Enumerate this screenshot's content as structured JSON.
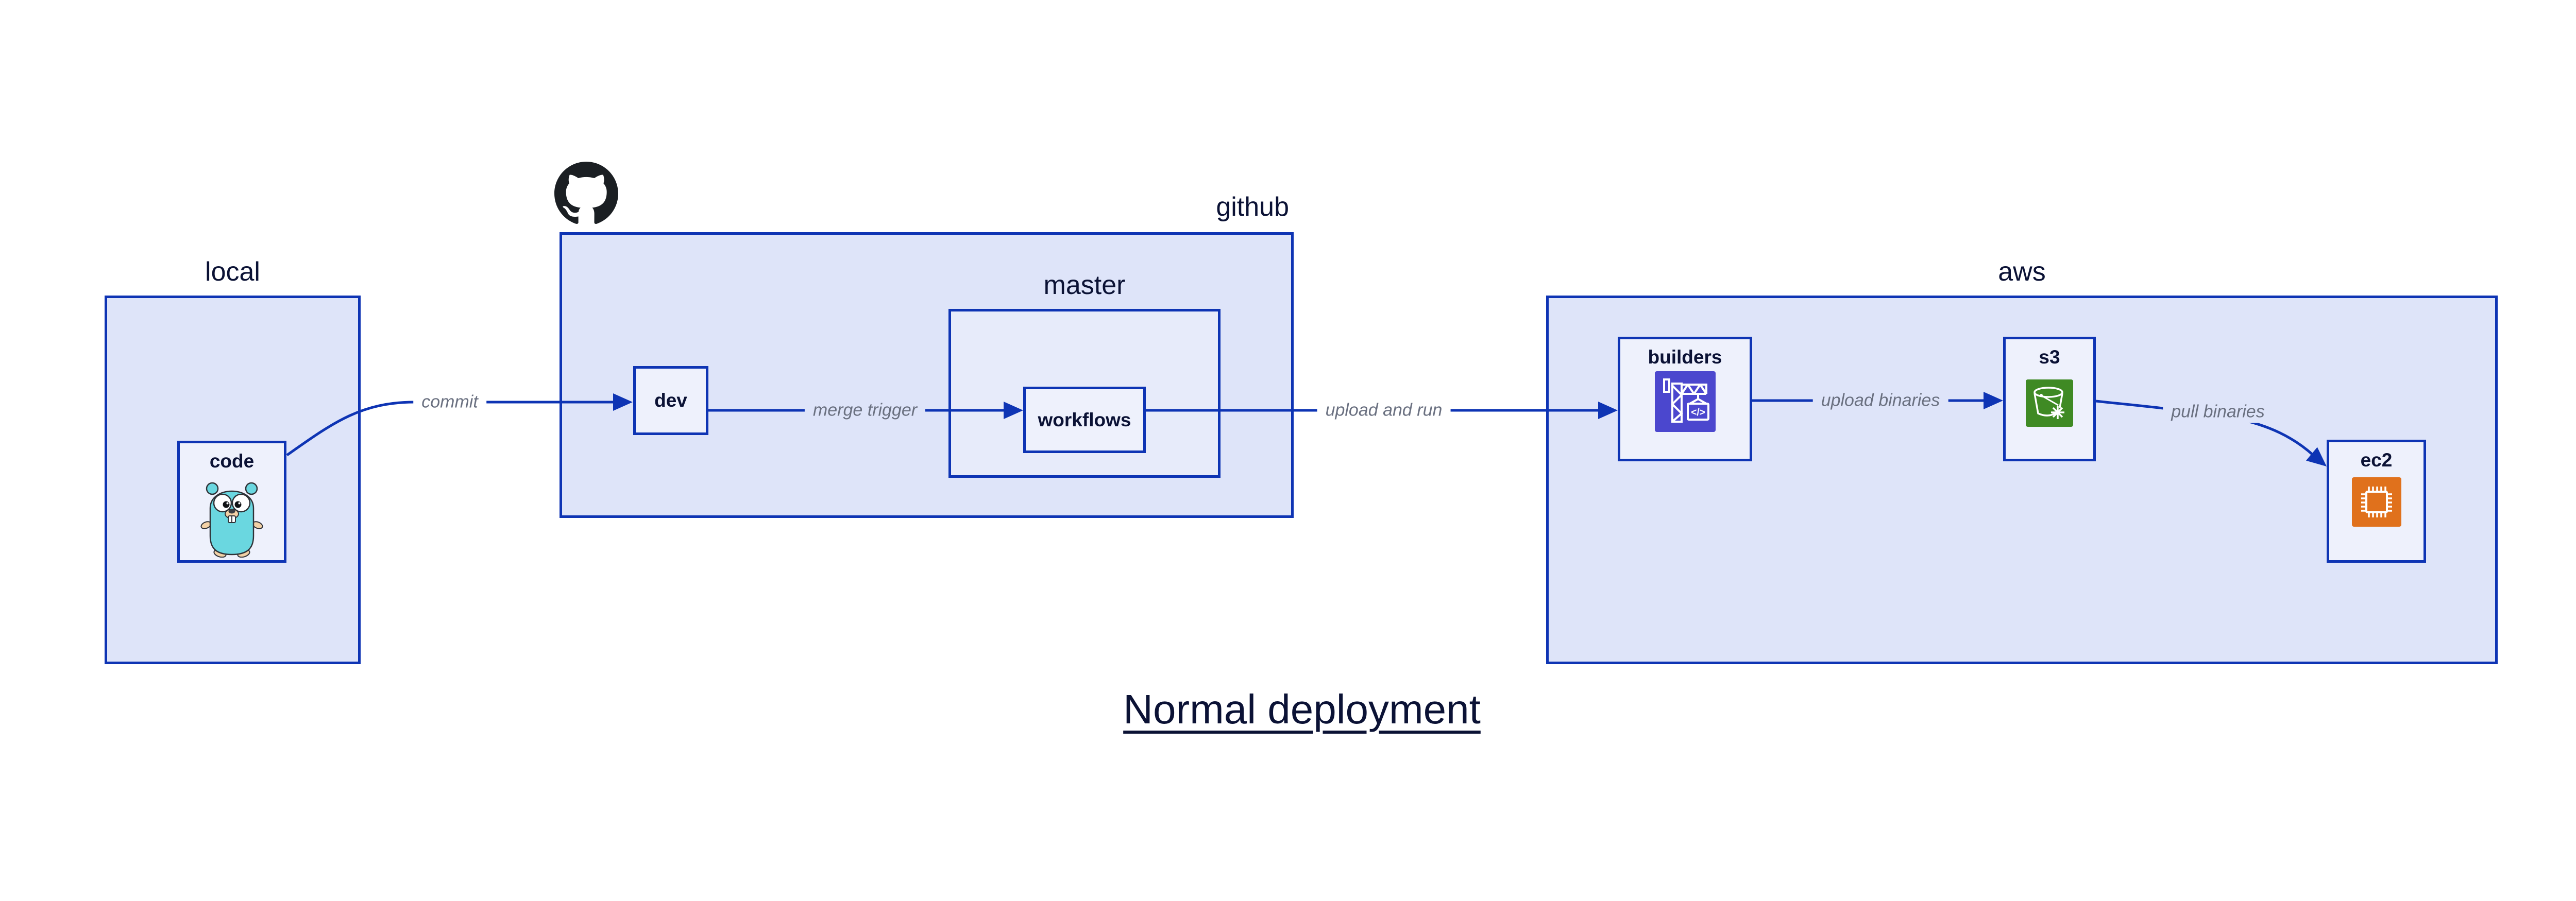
{
  "title": "Normal deployment",
  "colors": {
    "border": "#0E34B4",
    "container_fill": "#DEE4F9",
    "sub_container_fill": "#E7EBFA",
    "node_fill": "#EEF1FC",
    "edge": "#0E34B4",
    "edge_label": "#6A7080",
    "label": "#0B1235",
    "codebuild": "#4B47CE",
    "s3_glacier": "#3F8A24",
    "ec2": "#E0711C",
    "octocat": "#1B1F23",
    "gopher_body": "#6AD7E0",
    "gopher_skin": "#F2D1A6"
  },
  "containers": {
    "local": {
      "label": "local"
    },
    "github": {
      "label": "github"
    },
    "master": {
      "label": "master"
    },
    "aws": {
      "label": "aws"
    }
  },
  "nodes": {
    "code": {
      "label": "code",
      "icon": "go-gopher-icon"
    },
    "dev": {
      "label": "dev"
    },
    "workflows": {
      "label": "workflows"
    },
    "builders": {
      "label": "builders",
      "icon": "codebuild-crane-icon"
    },
    "s3": {
      "label": "s3",
      "icon": "s3-glacier-bucket-icon"
    },
    "ec2": {
      "label": "ec2",
      "icon": "ec2-chip-icon"
    }
  },
  "edges": [
    {
      "from": "code",
      "to": "dev",
      "label": "commit"
    },
    {
      "from": "dev",
      "to": "workflows",
      "label": "merge trigger"
    },
    {
      "from": "workflows",
      "to": "builders",
      "label": "upload and run"
    },
    {
      "from": "builders",
      "to": "s3",
      "label": "upload binaries"
    },
    {
      "from": "s3",
      "to": "ec2",
      "label": "pull binaries"
    }
  ]
}
